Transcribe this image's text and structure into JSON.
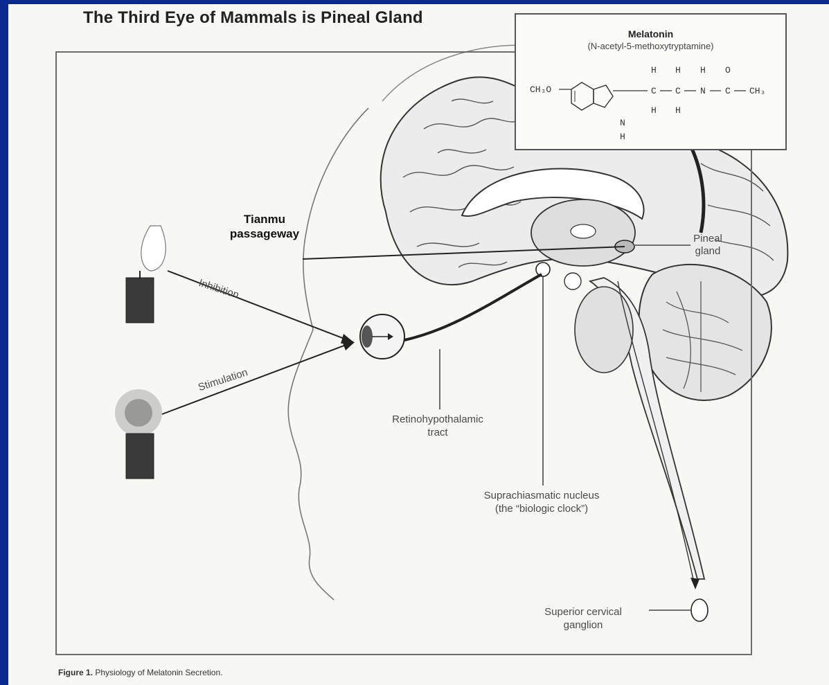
{
  "title": "The Third Eye of Mammals is Pineal Gland",
  "melatonin": {
    "title": "Melatonin",
    "subtitle": "(N-acetyl-5-methoxytryptamine)",
    "atoms": {
      "ch3o": "CH₃O",
      "h": "H",
      "o": "O",
      "c": "C",
      "n": "N",
      "ch3": "CH₃"
    }
  },
  "labels": {
    "tianmu_line1": "Tianmu",
    "tianmu_line2": "passageway",
    "pineal_line1": "Pineal",
    "pineal_line2": "gland",
    "inhibition": "Inhibition",
    "stimulation": "Stimulation",
    "retino_line1": "Retinohypothalamic",
    "retino_line2": "tract",
    "scn_line1": "Suprachiasmatic nucleus",
    "scn_line2": "(the “biologic clock”)",
    "scg_line1": "Superior cervical",
    "scg_line2": "ganglion"
  },
  "caption": {
    "label": "Figure 1.",
    "text": "Physiology of Melatonin Secretion."
  },
  "colors": {
    "background": "#0b2a8f",
    "paper": "#f7f7f3",
    "ink": "#333333"
  }
}
